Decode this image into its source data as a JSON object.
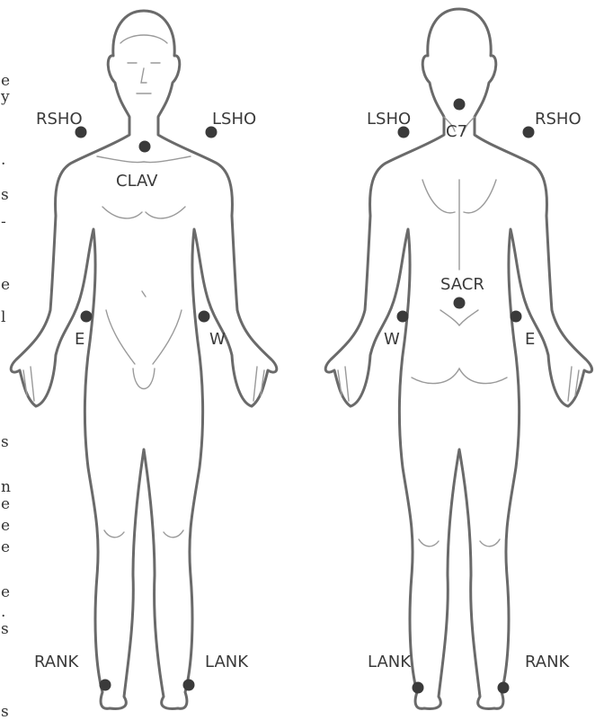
{
  "colors": {
    "outline": "#6a6a6a",
    "marker": "#3a3a3a",
    "text": "#3a3a3a"
  },
  "front_view": {
    "labels": {
      "rsho": "RSHO",
      "lsho": "LSHO",
      "clav": "CLAV",
      "e": "E",
      "w": "W",
      "rank": "RANK",
      "lank": "LANK"
    }
  },
  "back_view": {
    "labels": {
      "lsho": "LSHO",
      "rsho": "RSHO",
      "c7": "C7",
      "sacr": "SACR",
      "w": "W",
      "e": "E",
      "lank": "LANK",
      "rank": "RANK"
    }
  },
  "left_margin_text": [
    "e",
    "y",
    ".",
    "s",
    "-",
    "e",
    "l",
    "s",
    "n",
    "e",
    "e",
    "e",
    "e",
    ".",
    "s",
    "s"
  ]
}
